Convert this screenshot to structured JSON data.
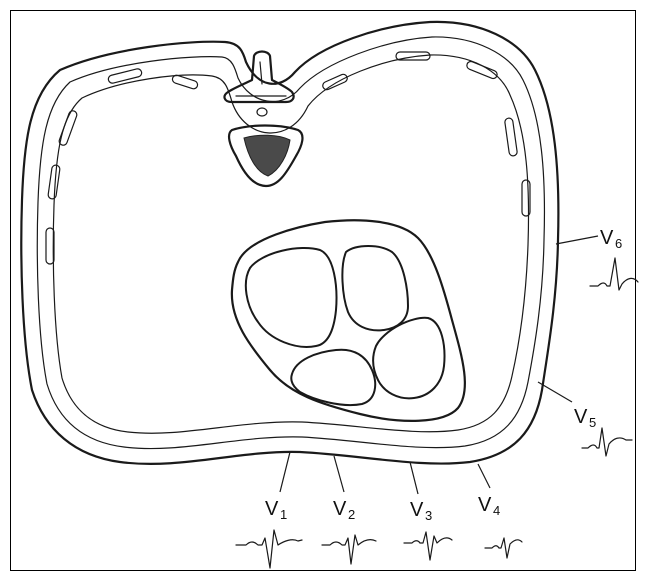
{
  "leads": [
    {
      "id": "V1",
      "letter": "V",
      "number": "1"
    },
    {
      "id": "V2",
      "letter": "V",
      "number": "2"
    },
    {
      "id": "V3",
      "letter": "V",
      "number": "3"
    },
    {
      "id": "V4",
      "letter": "V",
      "number": "4"
    },
    {
      "id": "V5",
      "letter": "V",
      "number": "5"
    },
    {
      "id": "V6",
      "letter": "V",
      "number": "6"
    }
  ]
}
